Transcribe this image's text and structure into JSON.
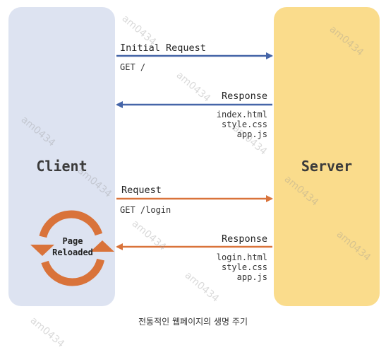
{
  "client": {
    "title": "Client"
  },
  "server": {
    "title": "Server"
  },
  "flows": [
    {
      "label": "Initial Request",
      "detail": "GET /",
      "direction": "to-server",
      "color": "#4565a8"
    },
    {
      "label": "Response",
      "detail": "index.html\nstyle.css\napp.js",
      "direction": "to-client",
      "color": "#4565a8"
    },
    {
      "label": "Request",
      "detail": "GET /login",
      "direction": "to-server",
      "color": "#d9733a"
    },
    {
      "label": "Response",
      "detail": "login.html\nstyle.css\napp.js",
      "direction": "to-client",
      "color": "#d9733a"
    }
  ],
  "reload": {
    "line1": "Page",
    "line2": "Reloaded",
    "color": "#d9733a",
    "icon": "reload-cycle-icon"
  },
  "caption": "전통적인 웹페이지의 생명 주기",
  "watermark": "am0434"
}
